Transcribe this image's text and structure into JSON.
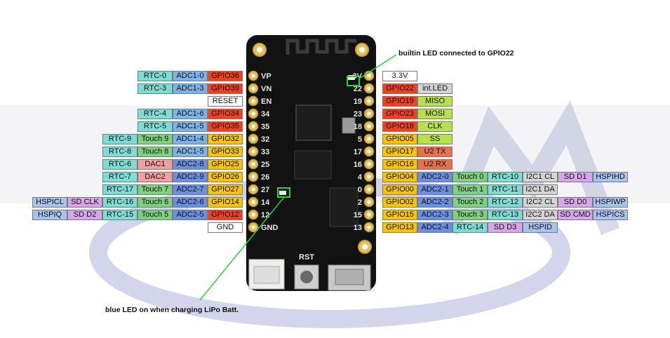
{
  "callouts": {
    "builtin_led": "builtin LED connected to GPIO22",
    "charge_led": "blue LED on when charging LiPo Batt."
  },
  "board": {
    "left_pins": [
      "VP",
      "VN",
      "EN",
      "34",
      "35",
      "32",
      "33",
      "25",
      "26",
      "27",
      "14",
      "12",
      "GND"
    ],
    "right_pins": [
      "3V",
      "22",
      "19",
      "23",
      "18",
      "5",
      "17",
      "16",
      "4",
      "0",
      "2",
      "15",
      "13"
    ],
    "rst_label": "RST"
  },
  "colors": {
    "rtc": "#7fdcd4",
    "adc1": "#7db4e8",
    "adc2": "#6b8fe0",
    "gpio_red": "#f0401e",
    "gpio_yellow": "#f6c400",
    "touch": "#7fd07f",
    "dac": "#f0a0a0",
    "lightblue": "#a8c4ec",
    "purple": "#d7a6e8",
    "green": "#b6e04c",
    "orange_red": "#e9704e",
    "grey": "#d4d4d4",
    "white": "#ffffff"
  },
  "left_rows": [
    [
      "RTC-0",
      "ADC1-0",
      "GPIO36"
    ],
    [
      "RTC-3",
      "ADC1-3",
      "GPIO39"
    ],
    [
      "RESET"
    ],
    [
      "RTC-4",
      "ADC1-6",
      "GPIO34"
    ],
    [
      "RTC-5",
      "ADC1-5",
      "GPIO35"
    ],
    [
      "RTC-9",
      "Touch 9",
      "ADC1-4",
      "GPIO32"
    ],
    [
      "RTC-8",
      "Touch 8",
      "ADC1-5",
      "GPIO33"
    ],
    [
      "RTC-6",
      "DAC1",
      "ADC2-8",
      "GPIO25"
    ],
    [
      "RTC-7",
      "DAC2",
      "ADC2-9",
      "GPIO26"
    ],
    [
      "RTC-17",
      "Touch 7",
      "ADC2-7",
      "GPIO27"
    ],
    [
      "HSPICL",
      "SD CLK",
      "RTC-16",
      "Touch 6",
      "ADC2-6",
      "GPIO14"
    ],
    [
      "HSPIQ",
      "SD D2",
      "RTC-15",
      "Touch 5",
      "ADC2-5",
      "GPIO12"
    ],
    [
      "GND"
    ]
  ],
  "right_rows": [
    [
      "3.3V"
    ],
    [
      "GPIO22",
      "int.LED"
    ],
    [
      "GPIO19",
      "MISO"
    ],
    [
      "GPIO23",
      "MOSI"
    ],
    [
      "GPIO18",
      "CLK"
    ],
    [
      "GPIO05",
      "SS"
    ],
    [
      "GPIO17",
      "U2 TX"
    ],
    [
      "GPIO16",
      "U2 RX"
    ],
    [
      "GPIO04",
      "ADC2-0",
      "Touch 0",
      "RTC-10",
      "I2C1 CL",
      "SD D1",
      "HSPIHD"
    ],
    [
      "GPIO00",
      "ADC2-1",
      "Touch 1",
      "RTC-11",
      "I2C1 DA"
    ],
    [
      "GPIO02",
      "ADC2-2",
      "Touch 2",
      "RTC-12",
      "I2C2 CL",
      "SD D0",
      "HSPIWP"
    ],
    [
      "GPIO15",
      "ADC2-3",
      "Touch 3",
      "RTC-13",
      "I2C2 DA",
      "SD CMD",
      "HSPICS"
    ],
    [
      "GPIO13",
      "ADC2-4",
      "RTC-14",
      "SD D3",
      "HSPID"
    ]
  ]
}
